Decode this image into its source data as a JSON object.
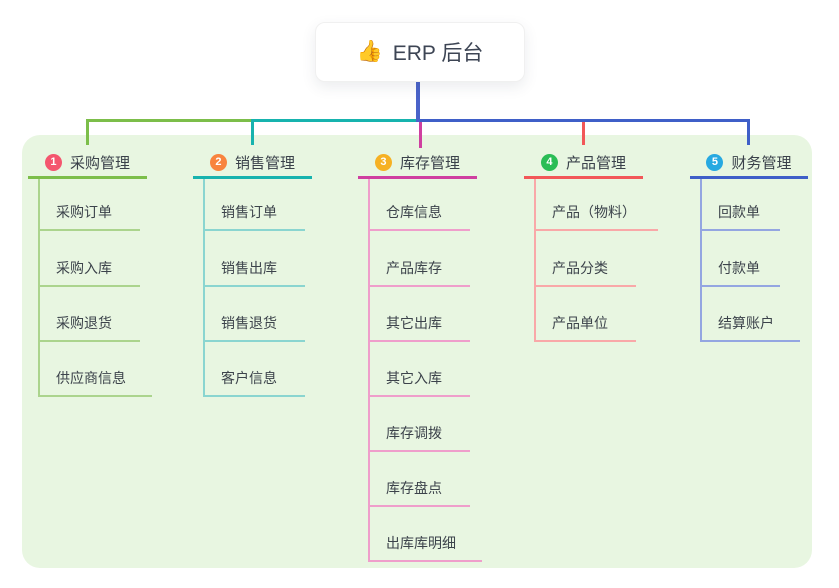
{
  "root": {
    "icon": "👍",
    "label": "ERP 后台"
  },
  "branches": [
    {
      "num": "1",
      "label": "采购管理",
      "badge_color": "#f4566e",
      "color": "#7cbe4a",
      "light_color": "#abd48d",
      "children": [
        "采购订单",
        "采购入库",
        "采购退货",
        "供应商信息"
      ]
    },
    {
      "num": "2",
      "label": "销售管理",
      "badge_color": "#f8843e",
      "color": "#17b3ae",
      "light_color": "#8ad5d0",
      "children": [
        "销售订单",
        "销售出库",
        "销售退货",
        "客户信息"
      ]
    },
    {
      "num": "3",
      "label": "库存管理",
      "badge_color": "#f6b123",
      "color": "#cf3fa0",
      "light_color": "#ef9ecb",
      "children": [
        "仓库信息",
        "产品库存",
        "其它出库",
        "其它入库",
        "库存调拨",
        "库存盘点",
        "出库库明细"
      ]
    },
    {
      "num": "4",
      "label": "产品管理",
      "badge_color": "#2abd55",
      "color": "#f25758",
      "light_color": "#f9a8a8",
      "children": [
        "产品（物料）",
        "产品分类",
        "产品单位"
      ]
    },
    {
      "num": "5",
      "label": "财务管理",
      "badge_color": "#27a9e1",
      "color": "#3f5fc8",
      "light_color": "#94a6e1",
      "children": [
        "回款单",
        "付款单",
        "结算账户"
      ]
    }
  ],
  "colors": {
    "canvas_bg": "#ffffff",
    "panel_bg": "#e8f6e1",
    "root_connector": "#4a63c9",
    "text": "#3d4554"
  }
}
